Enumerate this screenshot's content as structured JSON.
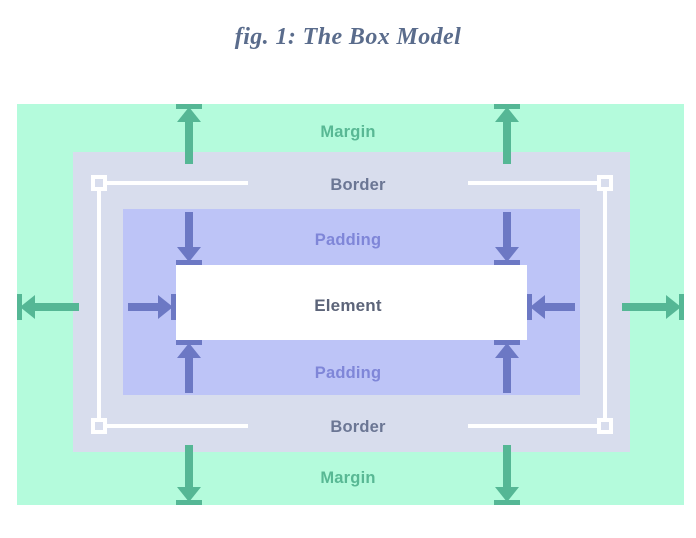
{
  "figure": {
    "title": "fig. 1: The Box Model",
    "type": "css-box-model-diagram"
  },
  "labels": {
    "margin": "Margin",
    "border": "Border",
    "padding": "Padding",
    "element": "Element"
  },
  "layers": [
    {
      "name": "margin",
      "label": "Margin",
      "color": "#b4fbdc",
      "text_color": "#58b894"
    },
    {
      "name": "border",
      "label": "Border",
      "color": "#d8dded",
      "text_color": "#6b7694"
    },
    {
      "name": "padding",
      "label": "Padding",
      "color": "#bdc4f7",
      "text_color": "#7f86d8"
    },
    {
      "name": "element",
      "label": "Element",
      "color": "#ffffff",
      "text_color": "#5c6479"
    }
  ],
  "colors": {
    "background": "#ffffff",
    "title": "#5a6c8c",
    "margin_fill": "#b4fbdc",
    "border_fill": "#d8dded",
    "padding_fill": "#bdc4f7",
    "element_fill": "#ffffff",
    "margin_arrow": "#55b795",
    "padding_arrow": "#6c78c4",
    "guide_line": "#ffffff"
  },
  "arrows": {
    "margin_top_left": "arrow-up",
    "margin_top_right": "arrow-up",
    "margin_bottom_left": "arrow-down",
    "margin_bottom_right": "arrow-down",
    "margin_left": "arrow-left",
    "margin_right": "arrow-right",
    "padding_top_left": "arrow-down",
    "padding_top_right": "arrow-down",
    "padding_bottom_left": "arrow-up",
    "padding_bottom_right": "arrow-up",
    "padding_left": "arrow-right",
    "padding_right": "arrow-left"
  }
}
